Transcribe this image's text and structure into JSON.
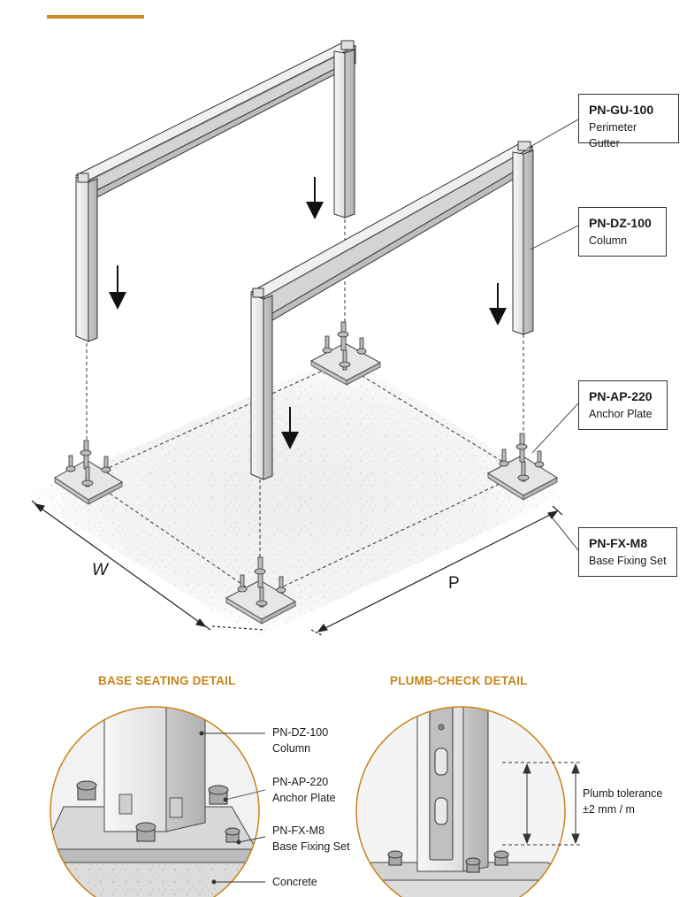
{
  "main_diagram": {
    "dimension_w": "W",
    "dimension_p": "P"
  },
  "callouts": [
    {
      "code": "PN-GU-100",
      "description": "Perimeter Gutter"
    },
    {
      "code": "PN-DZ-100",
      "description": "Column"
    },
    {
      "code": "PN-AP-220",
      "description": "Anchor Plate"
    },
    {
      "code": "PN-FX-M8",
      "description": "Base Fixing Set"
    }
  ],
  "base_seating_detail": {
    "title": "BASE SEATING DETAIL",
    "labels": [
      {
        "line1": "PN-DZ-100",
        "line2": "Column"
      },
      {
        "line1": "PN-AP-220",
        "line2": "Anchor Plate"
      },
      {
        "line1": "PN-FX-M8",
        "line2": "Base Fixing Set"
      },
      {
        "line1": "Concrete",
        "line2": ""
      }
    ]
  },
  "plumb_check_detail": {
    "title": "PLUMB-CHECK DETAIL",
    "label_line1": "Plumb tolerance",
    "label_line2": "±2 mm / m"
  },
  "colors": {
    "accent": "#c88419",
    "line": "#222222",
    "steel_light": "#eeeeee",
    "steel_mid": "#d6d6d6",
    "steel_dark": "#b4b4b4"
  }
}
